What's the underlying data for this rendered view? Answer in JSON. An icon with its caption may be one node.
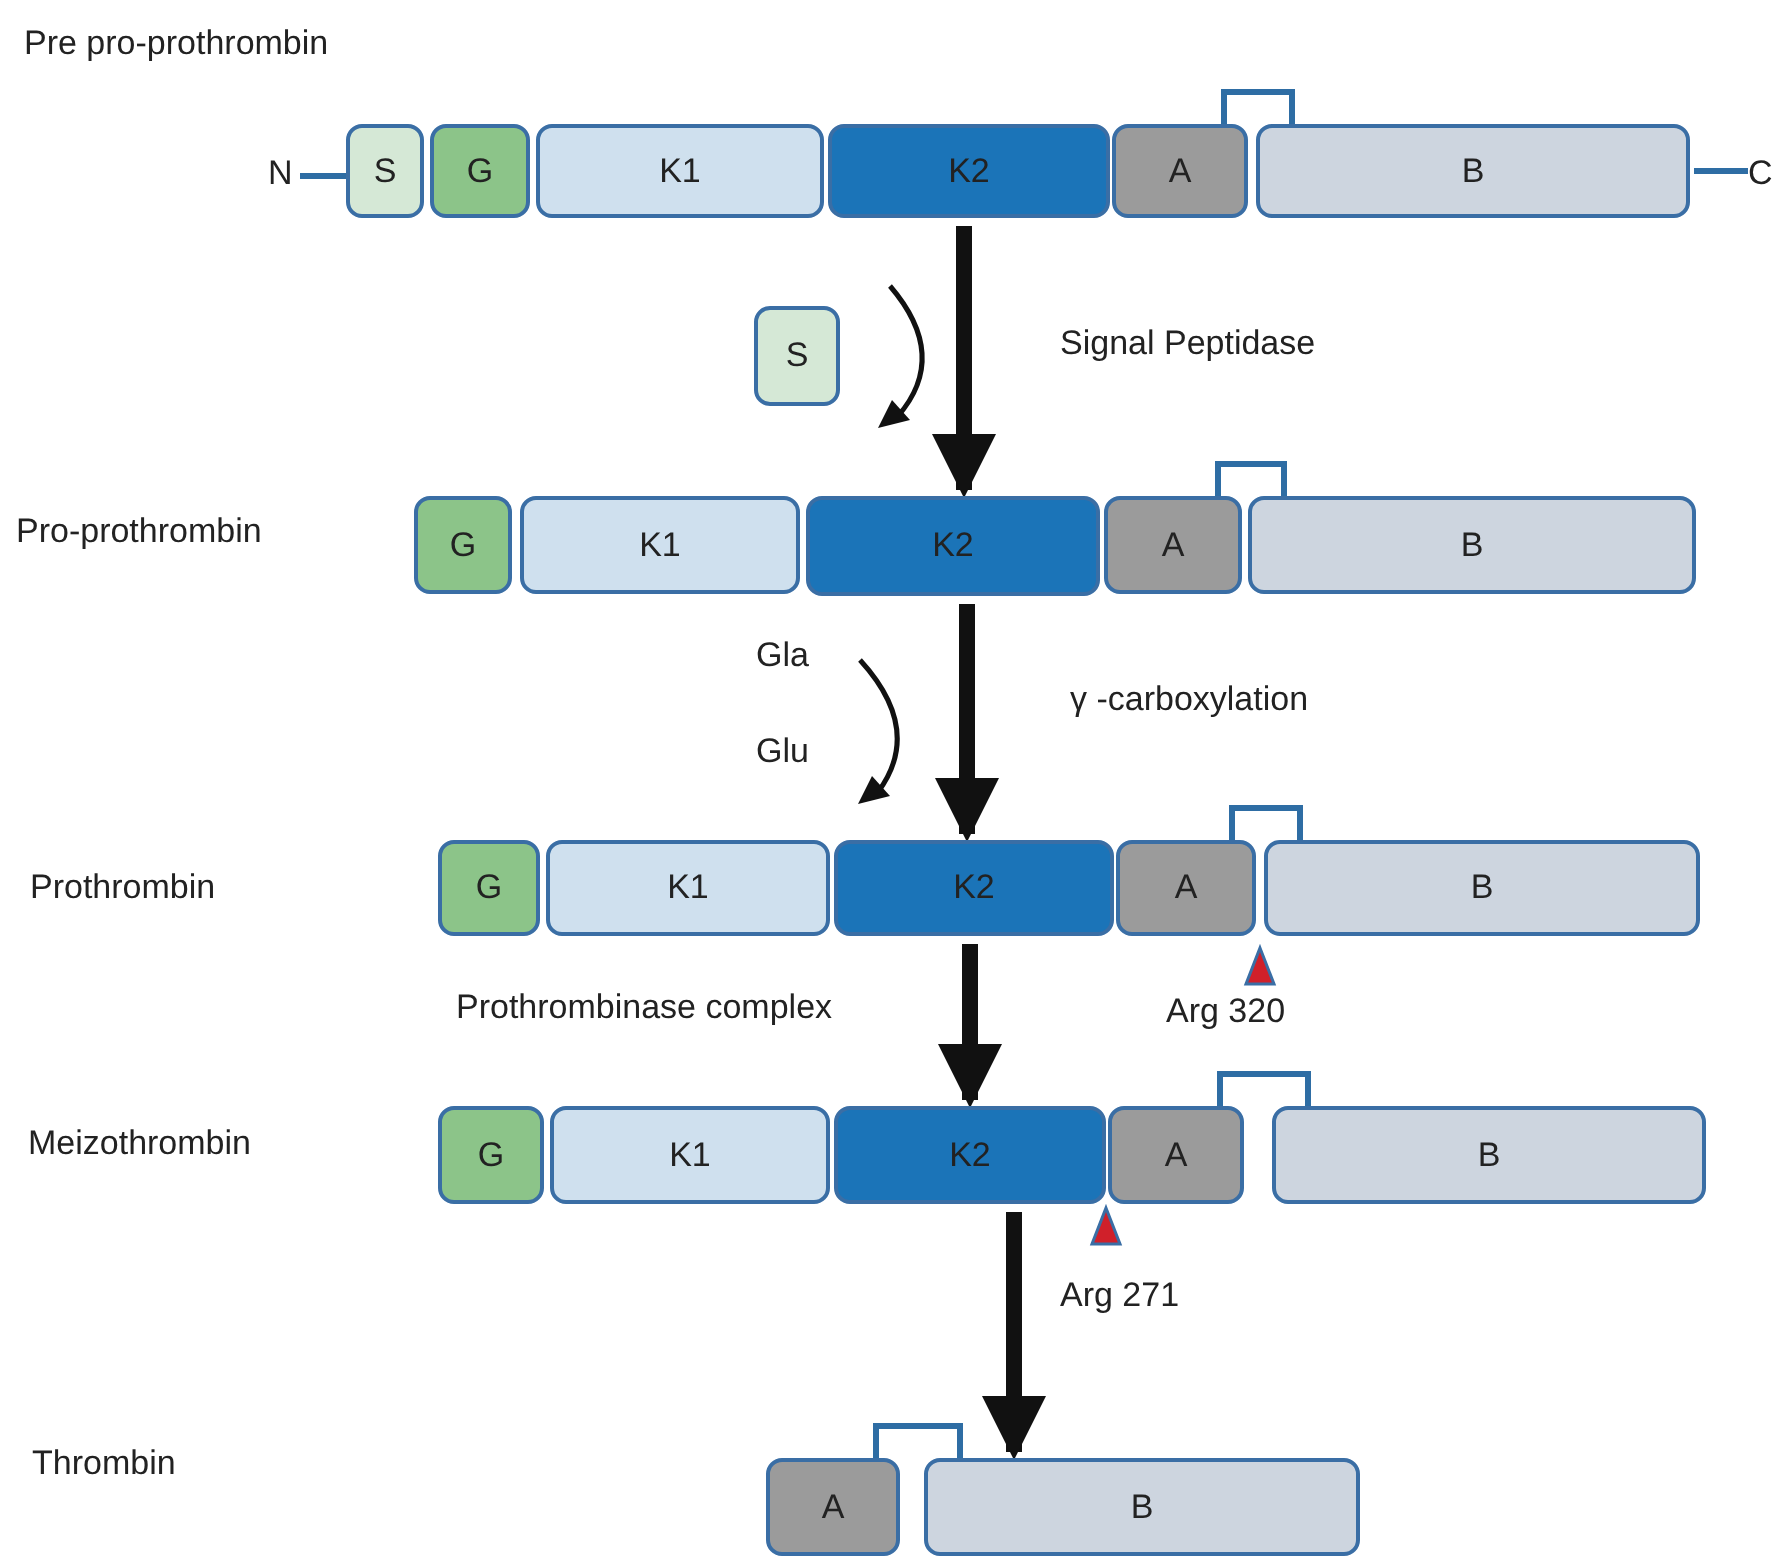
{
  "diagram": {
    "nodes": [
      {
        "text": [
          "N"
        ]
      },
      {
        "text": [
          "S"
        ]
      },
      {
        "text": [
          "G"
        ]
      },
      {
        "text": [
          "K1"
        ]
      },
      {
        "text": [
          "K2"
        ]
      },
      {
        "text": [
          "A"
        ]
      },
      {
        "text": [
          "B"
        ]
      },
      {
        "text": [
          "C"
        ]
      },
      {
        "text": [
          "S"
        ]
      },
      {
        "text": [
          "G"
        ]
      },
      {
        "text": [
          "K1"
        ]
      },
      {
        "text": [
          "K2"
        ]
      },
      {
        "text": [
          "A"
        ]
      },
      {
        "text": [
          "B"
        ]
      },
      {
        "text": [
          "G"
        ]
      },
      {
        "text": [
          "K1"
        ]
      },
      {
        "text": [
          "K2"
        ]
      },
      {
        "text": [
          "A"
        ]
      },
      {
        "text": [
          "B"
        ]
      },
      {
        "text": [
          "G"
        ]
      },
      {
        "text": [
          "K1"
        ]
      },
      {
        "text": [
          "K2"
        ]
      },
      {
        "text": [
          "A"
        ]
      },
      {
        "text": [
          "B"
        ]
      },
      {
        "text": [
          "A"
        ]
      },
      {
        "text": [
          "B"
        ]
      }
    ],
    "edges": [
      {
        "from": 0,
        "to": 1,
        "arrow": "none"
      },
      {
        "from": 6,
        "to": 7,
        "arrow": "none"
      },
      {
        "from": 5,
        "to": 6,
        "arrow": "none"
      },
      {
        "from": 4,
        "to": 11,
        "arrow": "to",
        "style": "thick",
        "color": "#111111"
      },
      {
        "from": 12,
        "to": 13,
        "arrow": "none"
      },
      {
        "from": 11,
        "to": 16,
        "arrow": "to",
        "style": "thick",
        "color": "#111111"
      },
      {
        "from": 17,
        "to": 18,
        "arrow": "none"
      },
      {
        "from": 16,
        "to": 21,
        "arrow": "to",
        "style": "thick",
        "color": "#111111"
      },
      {
        "from": 22,
        "to": 23,
        "arrow": "none"
      },
      {
        "from": 21,
        "to": 25,
        "arrow": "to",
        "style": "thick",
        "color": "#111111"
      },
      {
        "from": 24,
        "to": 25,
        "arrow": "none"
      }
    ],
    "labels": [
      "Pre pro-prothrombin",
      "Signal Peptidase",
      "Pro-prothrombin",
      "Gla",
      "γ -carboxylation",
      "Glu",
      "Prothrombin",
      "Prothrombinase complex",
      "Arg 320",
      "Meizothrombin",
      "Arg 271",
      "Thrombin"
    ]
  }
}
